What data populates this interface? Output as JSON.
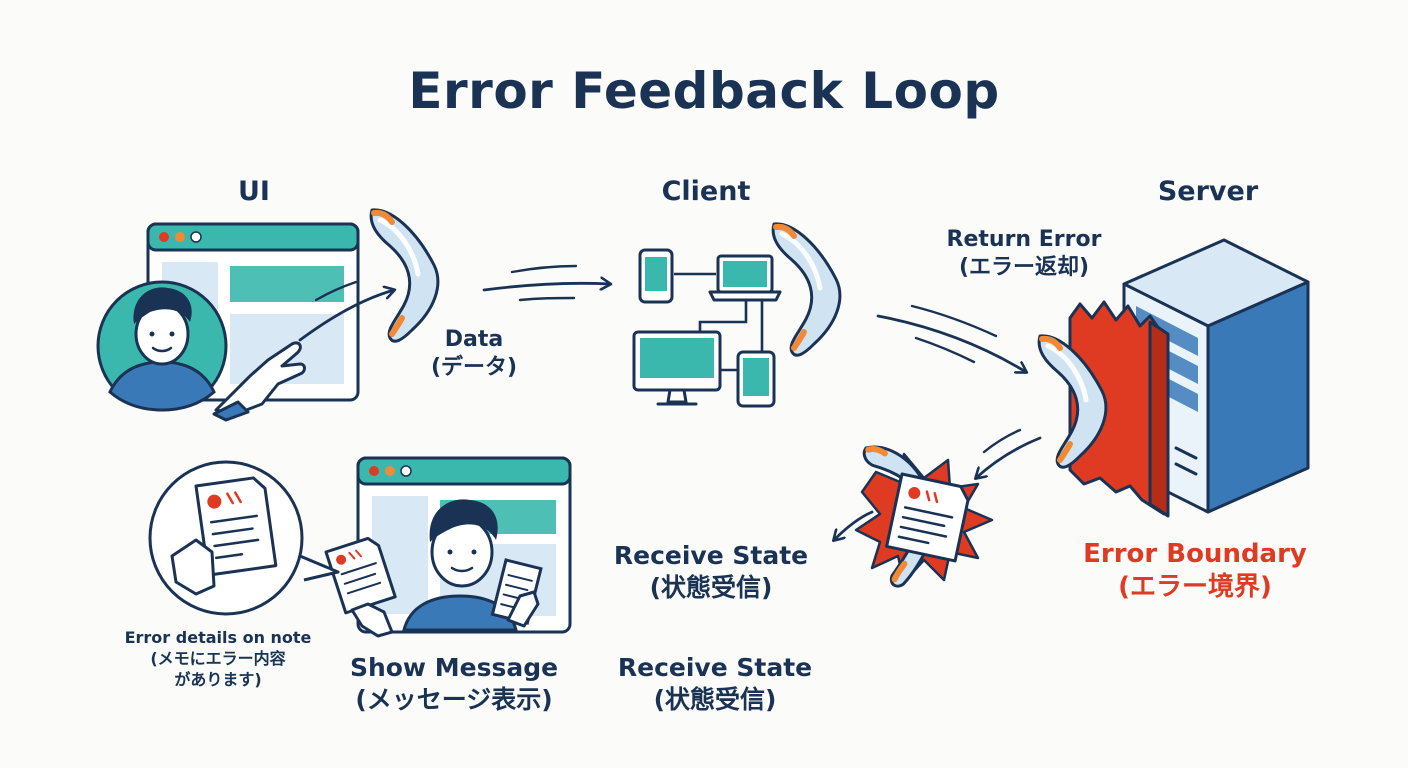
{
  "title": "Error Feedback Loop",
  "columns": {
    "ui": "UI",
    "client": "Client",
    "server": "Server"
  },
  "labels": {
    "data": "Data",
    "data_jp": "(データ)",
    "return_error": "Return Error",
    "return_error_jp": "(エラー返却)",
    "receive_state_1": "Receive State",
    "receive_state_1_jp": "(状態受信)",
    "error_boundary": "Error Boundary",
    "error_boundary_jp": "(エラー境界)",
    "show_message": "Show Message",
    "show_message_jp": "(メッセージ表示)",
    "receive_state_2": "Receive State",
    "receive_state_2_jp": "(状態受信)",
    "note_line1": "Error details on note",
    "note_line2": "(メモにエラー内容",
    "note_line3": "があります)"
  },
  "colors": {
    "navy": "#1a3355",
    "teal": "#3bb8ad",
    "light_blue": "#d8e9f5",
    "server_blue": "#3a79b8",
    "error_red": "#de3b22",
    "accent_orange": "#f08a36"
  },
  "icons": [
    "boomerang-icon",
    "browser-window-icon",
    "person-avatar-icon",
    "network-devices-icon",
    "server-tower-icon",
    "firewall-wall-icon",
    "error-note-icon",
    "explosion-burst-icon"
  ]
}
